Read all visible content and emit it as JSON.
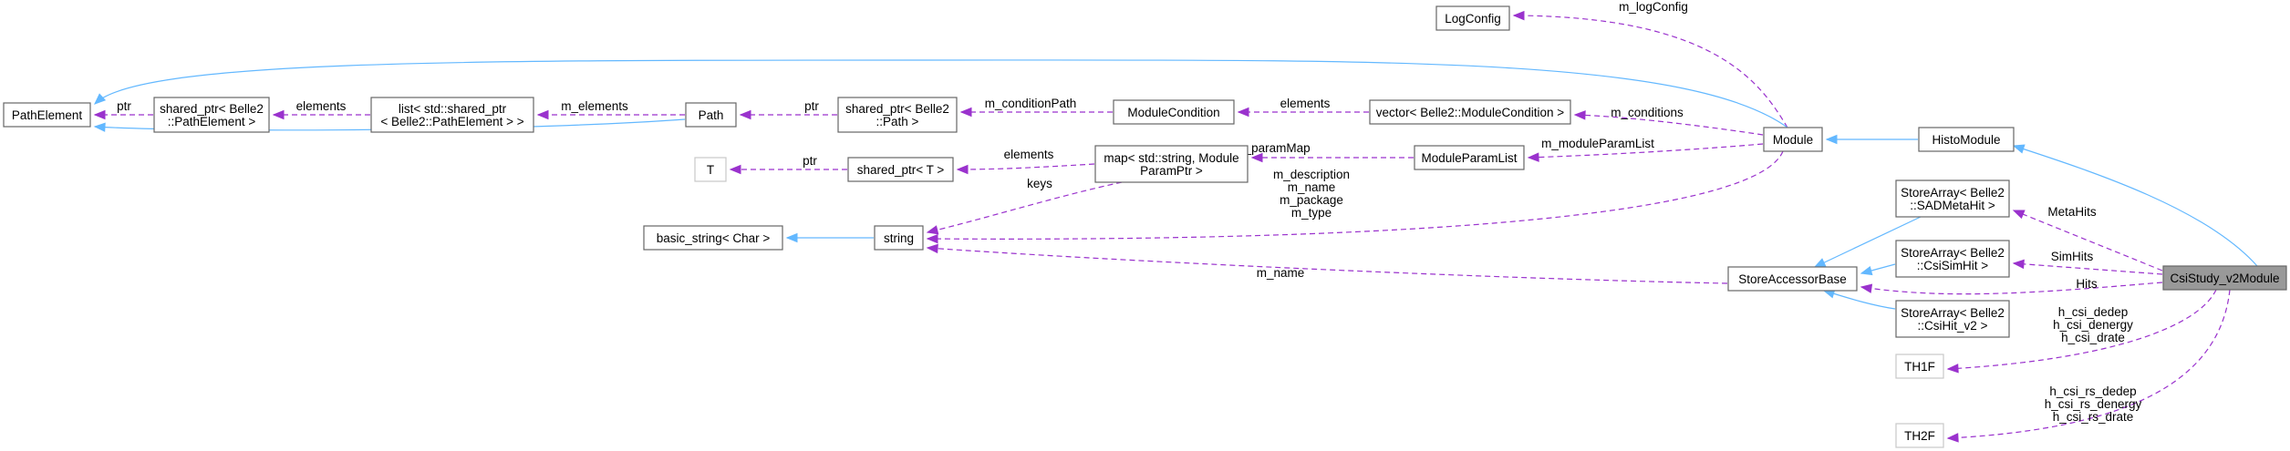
{
  "nodes": {
    "PathElement": [
      "PathElement"
    ],
    "sp_PathElement": [
      "shared_ptr< Belle2",
      "::PathElement >"
    ],
    "list_PathElement": [
      "list< std::shared_ptr",
      "< Belle2::PathElement > >"
    ],
    "Path": [
      "Path"
    ],
    "sp_Path": [
      "shared_ptr< Belle2",
      "::Path >"
    ],
    "ModuleCondition": [
      "ModuleCondition"
    ],
    "vec_ModuleCondition": [
      "vector< Belle2::ModuleCondition >"
    ],
    "LogConfig": [
      "LogConfig"
    ],
    "Module": [
      "Module"
    ],
    "HistoModule": [
      "HistoModule"
    ],
    "T": [
      "T"
    ],
    "sp_T": [
      "shared_ptr< T >"
    ],
    "map_ModuleParam": [
      "map< std::string, Module",
      "ParamPtr >"
    ],
    "ModuleParamList": [
      "ModuleParamList"
    ],
    "basic_string": [
      "basic_string< Char >"
    ],
    "string": [
      "string"
    ],
    "SA_SADMetaHit": [
      "StoreArray< Belle2",
      "::SADMetaHit >"
    ],
    "SA_CsiSimHit": [
      "StoreArray< Belle2",
      "::CsiSimHit >"
    ],
    "SA_CsiHit_v2": [
      "StoreArray< Belle2",
      "::CsiHit_v2 >"
    ],
    "StoreAccessorBase": [
      "StoreAccessorBase"
    ],
    "CsiStudy_v2Module": [
      "CsiStudy_v2Module"
    ],
    "TH1F": [
      "TH1F"
    ],
    "TH2F": [
      "TH2F"
    ]
  },
  "edge_labels": {
    "ptr_pathelement": [
      "ptr"
    ],
    "elements_list": [
      "elements"
    ],
    "m_elements": [
      "m_elements"
    ],
    "ptr_path": [
      "ptr"
    ],
    "m_conditionPath": [
      "m_conditionPath"
    ],
    "elements_vec": [
      "elements"
    ],
    "m_logConfig": [
      "m_logConfig"
    ],
    "m_conditions": [
      "m_conditions"
    ],
    "ptr_t": [
      "ptr"
    ],
    "elements_map": [
      "elements"
    ],
    "m_paramMap": [
      "m_paramMap"
    ],
    "m_moduleParamList": [
      "m_moduleParamList"
    ],
    "keys": [
      "keys"
    ],
    "module_strings": [
      "m_description",
      "m_name",
      "m_package",
      "m_type"
    ],
    "m_name_sab": [
      "m_name"
    ],
    "MetaHits": [
      "MetaHits"
    ],
    "SimHits": [
      "SimHits"
    ],
    "Hits": [
      "Hits"
    ],
    "th1f": [
      "h_csi_dedep",
      "h_csi_denergy",
      "h_csi_drate"
    ],
    "th2f": [
      "h_csi_rs_dedep",
      "h_csi_rs_denergy",
      "h_csi_rs_drate"
    ]
  },
  "colors": {
    "inheritance": "#63b8ff",
    "usage": "#9a32cd",
    "focus_fill": "#999999"
  }
}
